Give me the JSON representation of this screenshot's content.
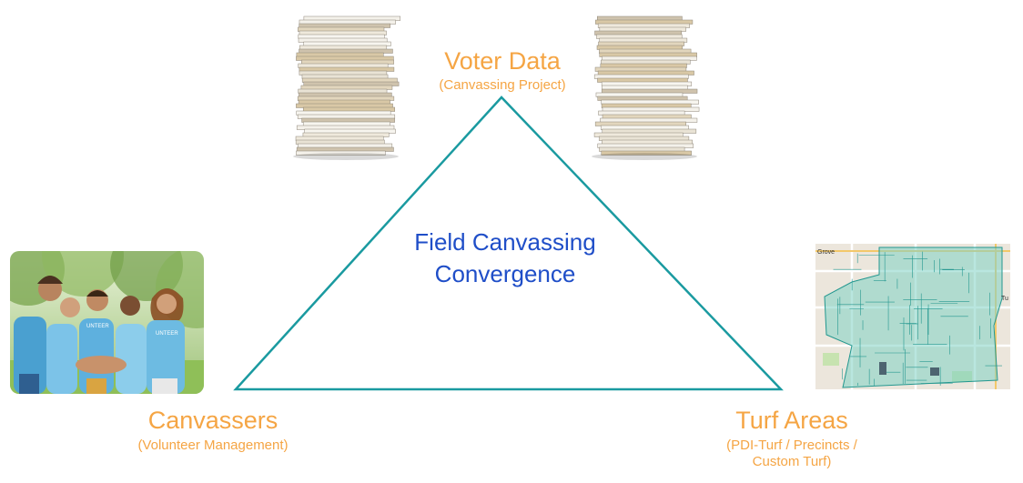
{
  "nodes": {
    "voter_data": {
      "title": "Voter Data",
      "subtitle": "(Canvassing Project)"
    },
    "canvassers": {
      "title": "Canvassers",
      "subtitle": "(Volunteer Management)"
    },
    "turf_areas": {
      "title": "Turf Areas",
      "subtitle_line1": "(PDI-Turf / Precincts /",
      "subtitle_line2": "Custom Turf)"
    }
  },
  "center_label": {
    "line1": "Field Canvassing",
    "line2": "Convergence"
  },
  "map_labels": {
    "top_left": "Grove",
    "top_right": "Tu"
  },
  "photo_shirt_text": {
    "left": "UNTEER",
    "right": "UNTEER"
  },
  "colors": {
    "accent_orange": "#f5a544",
    "center_text_blue": "#1f4ec8",
    "triangle_teal": "#1a9aa0",
    "turf_fill": "#7fd1c4"
  },
  "images": {
    "paper_stack": "stack-of-papers-icon",
    "volunteers_photo": "volunteer-group-photo",
    "turf_map": "turf-map-image"
  }
}
